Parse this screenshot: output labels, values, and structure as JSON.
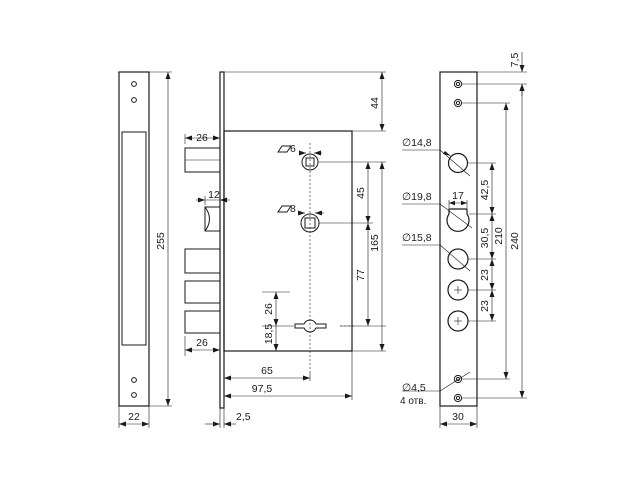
{
  "front_view": {
    "height_label": "255",
    "width_label": "22"
  },
  "side_view": {
    "top_offset_label": "44",
    "bolt_length_label": "26",
    "latch_width_label": "12",
    "square6_label": "6",
    "square8_label": "8",
    "spacing45_label": "45",
    "spacing165_label": "165",
    "spacing77_label": "77",
    "key_offset26_label": "26",
    "key_offset18_label": "18,5",
    "bottom_bolt_label": "26",
    "backset65_label": "65",
    "depth975_label": "97,5",
    "plate_thickness_label": "2,5"
  },
  "strike_view": {
    "top_offset_label": "7,5",
    "d148_label": "14,8",
    "d198_label": "19,8",
    "d158_label": "15,8",
    "hole_width_label": "17",
    "spacing425_label": "42,5",
    "spacing305_label": "30,5",
    "spacing23a_label": "23",
    "spacing23b_label": "23",
    "height210_label": "210",
    "height240_label": "240",
    "screw_diam_label": "4,5",
    "screw_count_label": "4 отв.",
    "width_label": "30",
    "diameter_symbol": "∅"
  }
}
